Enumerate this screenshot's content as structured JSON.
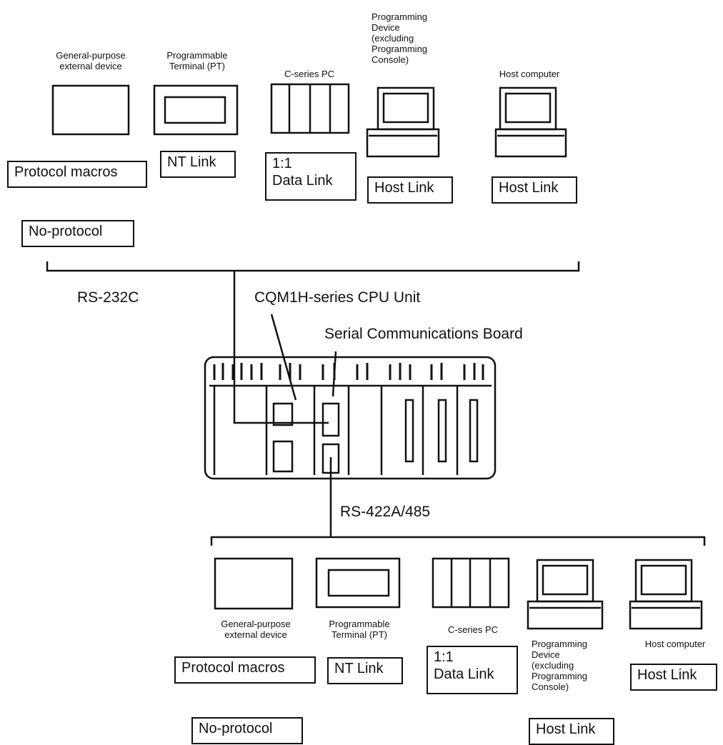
{
  "top": {
    "dev1": {
      "label": "General-purpose\nexternal device",
      "box1": "Protocol macros",
      "box2": "No-protocol"
    },
    "dev2": {
      "label": "Programmable\nTerminal (PT)",
      "box1": "NT Link"
    },
    "dev3": {
      "label": "C-series PC",
      "box1": "1:1\nData Link"
    },
    "dev4": {
      "label": "Programming\nDevice\n(excluding\nProgramming\nConsole)",
      "box1": "Host Link"
    },
    "dev5": {
      "label": "Host computer",
      "box1": "Host Link"
    }
  },
  "bus": {
    "rs232": "RS-232C",
    "cpu_label": "CQM1H-series CPU Unit",
    "board_label": "Serial Communications Board",
    "rs422": "RS-422A/485"
  },
  "bottom": {
    "dev1": {
      "label": "General-purpose\nexternal device",
      "box1": "Protocol macros",
      "box2": "No-protocol"
    },
    "dev2": {
      "label": "Programmable\nTerminal (PT)",
      "box1": "NT Link"
    },
    "dev3": {
      "label": "C-series PC",
      "box1": "1:1\nData Link"
    },
    "dev4": {
      "label": "Programming\nDevice\n(excluding\nProgramming\nConsole)",
      "box1": "Host Link"
    },
    "dev5": {
      "label": "Host computer",
      "box1": "Host Link"
    }
  }
}
